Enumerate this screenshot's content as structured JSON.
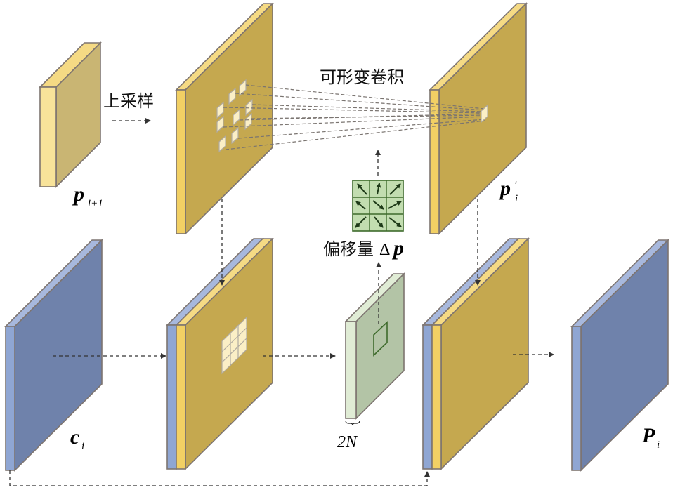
{
  "labels": {
    "upsample": "上采样",
    "deform_conv": "可形变卷积",
    "offset": "偏移量",
    "offset_delta": "Δ",
    "offset_p": "p",
    "two_n": "2N"
  },
  "tensors": {
    "p_next": {
      "symbol": "p",
      "subscript": "i+1"
    },
    "p_prime": {
      "symbol": "p",
      "prime": "′",
      "subscript": "i"
    },
    "c_i": {
      "symbol": "c",
      "subscript": "i"
    },
    "P_i": {
      "symbol": "P",
      "subscript": "i"
    }
  },
  "colors": {
    "gold_face": "#c5a84f",
    "gold_side": "#f2d064",
    "gold_top": "#f5da84",
    "pale_face": "#c9b573",
    "pale_side": "#f8e39a",
    "blue_face": "#6f82ab",
    "blue_side": "#8fa6d3",
    "blue_top": "#a7b8dd",
    "green_face": "#b3c4a6",
    "green_side": "#e0ecd5",
    "cell_fill": "#fbefc6",
    "offset_grid_fill": "#c2ddb0",
    "offset_grid_line": "#3e6b2c",
    "arrow_dark": "#1e3a18"
  }
}
